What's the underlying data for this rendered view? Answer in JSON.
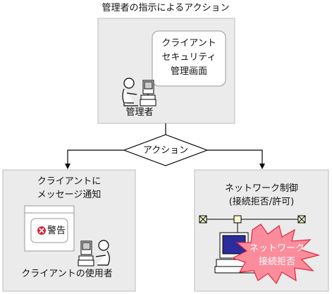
{
  "title": "管理者の指示によるアクション",
  "admin_box": {
    "screen_line1": "クライアント",
    "screen_line2": "セキュリティ",
    "screen_line3": "管理画面",
    "person_label": "管理者"
  },
  "decision": {
    "label": "アクション"
  },
  "left_box": {
    "title_line1": "クライアントに",
    "title_line2": "メッセージ通知",
    "warning_label": "警告",
    "person_label": "クライアントの使用者"
  },
  "right_box": {
    "title_line1": "ネットワーク制御",
    "title_line2": "(接続拒否/許可)",
    "burst_line1": "ネットワーク",
    "burst_line2": "接続拒否"
  },
  "colors": {
    "box_fill": "#ebebeb",
    "box_border": "#bdbdbd",
    "burst_fill": "#fa8c9c",
    "burst_stroke": "#e0283c",
    "warning_icon": "#d6283c",
    "monitor_screen": "#2c2c9c",
    "node_fill": "#fafad2"
  }
}
